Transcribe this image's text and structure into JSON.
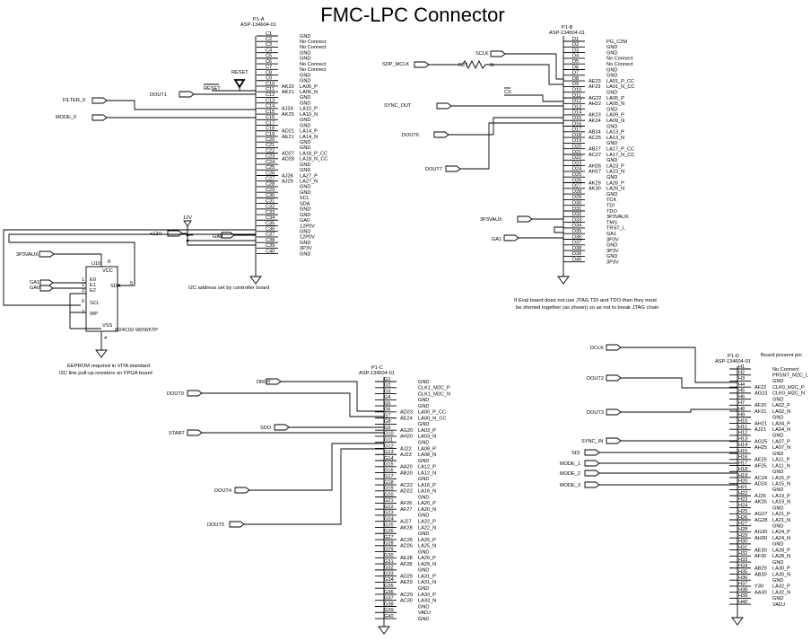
{
  "title": "FMC-LPC Connector",
  "connectors": [
    {
      "id": "P1-A",
      "part": "ASP-134604-01",
      "rows": [
        {
          "pin": "C1",
          "sig": "GND",
          "ball": ""
        },
        {
          "pin": "C2",
          "sig": "No Connect",
          "ball": ""
        },
        {
          "pin": "C3",
          "sig": "No Connect",
          "ball": ""
        },
        {
          "pin": "C4",
          "sig": "GND",
          "ball": ""
        },
        {
          "pin": "C5",
          "sig": "GND",
          "ball": ""
        },
        {
          "pin": "C6",
          "sig": "No Connect",
          "ball": ""
        },
        {
          "pin": "C7",
          "sig": "No Connect",
          "ball": ""
        },
        {
          "pin": "C8",
          "sig": "GND",
          "ball": ""
        },
        {
          "pin": "C9",
          "sig": "GND",
          "ball": ""
        },
        {
          "pin": "C10",
          "sig": "LA06_P",
          "ball": "AK20"
        },
        {
          "pin": "C11",
          "sig": "LA06_N",
          "ball": "AK21"
        },
        {
          "pin": "C12",
          "sig": "GND",
          "ball": ""
        },
        {
          "pin": "C13",
          "sig": "GND",
          "ball": ""
        },
        {
          "pin": "C14",
          "sig": "LA10_P",
          "ball": "AJ24"
        },
        {
          "pin": "C15",
          "sig": "LA10_N",
          "ball": "AK25"
        },
        {
          "pin": "C16",
          "sig": "GND",
          "ball": ""
        },
        {
          "pin": "C17",
          "sig": "GND",
          "ball": ""
        },
        {
          "pin": "C18",
          "sig": "LA14_P",
          "ball": "AD21"
        },
        {
          "pin": "C19",
          "sig": "LA14_N",
          "ball": "AE21"
        },
        {
          "pin": "C20",
          "sig": "GND",
          "ball": ""
        },
        {
          "pin": "C21",
          "sig": "GND",
          "ball": ""
        },
        {
          "pin": "C22",
          "sig": "LA18_P_CC",
          "ball": "AD27"
        },
        {
          "pin": "C23",
          "sig": "LA18_N_CC",
          "ball": "AD28"
        },
        {
          "pin": "C24",
          "sig": "GND",
          "ball": ""
        },
        {
          "pin": "C25",
          "sig": "GND",
          "ball": ""
        },
        {
          "pin": "C26",
          "sig": "LA27_P",
          "ball": "AJ28"
        },
        {
          "pin": "C27",
          "sig": "LA27_N",
          "ball": "AJ29"
        },
        {
          "pin": "C28",
          "sig": "GND",
          "ball": ""
        },
        {
          "pin": "C29",
          "sig": "GND",
          "ball": ""
        },
        {
          "pin": "C30",
          "sig": "SCL",
          "ball": ""
        },
        {
          "pin": "C31",
          "sig": "SDA",
          "ball": ""
        },
        {
          "pin": "C32",
          "sig": "GND",
          "ball": ""
        },
        {
          "pin": "C33",
          "sig": "GND",
          "ball": ""
        },
        {
          "pin": "C34",
          "sig": "GA0",
          "ball": ""
        },
        {
          "pin": "C35",
          "sig": "12P0V",
          "ball": ""
        },
        {
          "pin": "C36",
          "sig": "GND",
          "ball": ""
        },
        {
          "pin": "C37",
          "sig": "12P0V",
          "ball": ""
        },
        {
          "pin": "C38",
          "sig": "GND",
          "ball": ""
        },
        {
          "pin": "C39",
          "sig": "3P3V",
          "ball": ""
        },
        {
          "pin": "C40",
          "sig": "GND",
          "ball": ""
        }
      ]
    },
    {
      "id": "P1-B",
      "part": "ASP-134604-01",
      "rows": [
        {
          "pin": "D1",
          "sig": "PG_C2M",
          "ball": ""
        },
        {
          "pin": "D2",
          "sig": "GND",
          "ball": ""
        },
        {
          "pin": "D3",
          "sig": "GND",
          "ball": ""
        },
        {
          "pin": "D4",
          "sig": "No Connect",
          "ball": ""
        },
        {
          "pin": "D5",
          "sig": "No Connect",
          "ball": ""
        },
        {
          "pin": "D6",
          "sig": "GND",
          "ball": ""
        },
        {
          "pin": "D7",
          "sig": "GND",
          "ball": ""
        },
        {
          "pin": "D8",
          "sig": "LA01_P_CC",
          "ball": "AE23"
        },
        {
          "pin": "D9",
          "sig": "LA01_N_CC",
          "ball": "AF23"
        },
        {
          "pin": "D10",
          "sig": "GND",
          "ball": ""
        },
        {
          "pin": "D11",
          "sig": "LA05_P",
          "ball": "AG22"
        },
        {
          "pin": "D12",
          "sig": "LA05_N",
          "ball": "AH22"
        },
        {
          "pin": "D13",
          "sig": "GND",
          "ball": ""
        },
        {
          "pin": "D14",
          "sig": "LA09_P",
          "ball": "AK23"
        },
        {
          "pin": "D15",
          "sig": "LA09_N",
          "ball": "AK24"
        },
        {
          "pin": "D16",
          "sig": "GND",
          "ball": ""
        },
        {
          "pin": "D17",
          "sig": "LA13_P",
          "ball": "AB24"
        },
        {
          "pin": "D18",
          "sig": "LA13_N",
          "ball": "AC25"
        },
        {
          "pin": "D19",
          "sig": "GND",
          "ball": ""
        },
        {
          "pin": "D20",
          "sig": "LA17_P_CC",
          "ball": "AB27"
        },
        {
          "pin": "D21",
          "sig": "LA17_N_CC",
          "ball": "AC27"
        },
        {
          "pin": "D22",
          "sig": "GND",
          "ball": ""
        },
        {
          "pin": "D23",
          "sig": "LA23_P",
          "ball": "AH26"
        },
        {
          "pin": "D24",
          "sig": "LA23_N",
          "ball": "AH27"
        },
        {
          "pin": "D25",
          "sig": "GND",
          "ball": ""
        },
        {
          "pin": "D26",
          "sig": "LA26_P",
          "ball": "AK29"
        },
        {
          "pin": "D27",
          "sig": "LA26_N",
          "ball": "AK30"
        },
        {
          "pin": "D28",
          "sig": "GND",
          "ball": ""
        },
        {
          "pin": "D29",
          "sig": "TCK",
          "ball": ""
        },
        {
          "pin": "D30",
          "sig": "TDI",
          "ball": ""
        },
        {
          "pin": "D31",
          "sig": "TDO",
          "ball": ""
        },
        {
          "pin": "D32",
          "sig": "3P3VAUX",
          "ball": ""
        },
        {
          "pin": "D33",
          "sig": "TMS",
          "ball": ""
        },
        {
          "pin": "D34",
          "sig": "TRST_L",
          "ball": ""
        },
        {
          "pin": "D35",
          "sig": "GA1",
          "ball": ""
        },
        {
          "pin": "D36",
          "sig": "3P3V",
          "ball": ""
        },
        {
          "pin": "D37",
          "sig": "GND",
          "ball": ""
        },
        {
          "pin": "D38",
          "sig": "3P3V",
          "ball": ""
        },
        {
          "pin": "D39",
          "sig": "GND",
          "ball": ""
        },
        {
          "pin": "D40",
          "sig": "3P3V",
          "ball": ""
        }
      ]
    },
    {
      "id": "P1-C",
      "part": "ASP-134604-01",
      "rows": [
        {
          "pin": "G1",
          "sig": "GND",
          "ball": ""
        },
        {
          "pin": "G2",
          "sig": "CLK1_M2C_P",
          "ball": ""
        },
        {
          "pin": "G3",
          "sig": "CLK1_M2C_N",
          "ball": ""
        },
        {
          "pin": "G4",
          "sig": "GND",
          "ball": ""
        },
        {
          "pin": "G5",
          "sig": "GND",
          "ball": ""
        },
        {
          "pin": "G6",
          "sig": "LA00_P_CC",
          "ball": "AD23"
        },
        {
          "pin": "G7",
          "sig": "LA00_N_CC",
          "ball": "AE24"
        },
        {
          "pin": "G8",
          "sig": "GND",
          "ball": ""
        },
        {
          "pin": "G9",
          "sig": "LA03_P",
          "ball": "AG20"
        },
        {
          "pin": "G10",
          "sig": "LA03_N",
          "ball": "AH20"
        },
        {
          "pin": "G11",
          "sig": "GND",
          "ball": ""
        },
        {
          "pin": "G12",
          "sig": "LA08_P",
          "ball": "AJ22"
        },
        {
          "pin": "G13",
          "sig": "LA08_N",
          "ball": "AJ23"
        },
        {
          "pin": "G14",
          "sig": "GND",
          "ball": ""
        },
        {
          "pin": "G15",
          "sig": "LA12_P",
          "ball": "AA20"
        },
        {
          "pin": "G16",
          "sig": "LA12_N",
          "ball": "AB20"
        },
        {
          "pin": "G17",
          "sig": "GND",
          "ball": ""
        },
        {
          "pin": "G18",
          "sig": "LA16_P",
          "ball": "AC22"
        },
        {
          "pin": "G19",
          "sig": "LA16_N",
          "ball": "AD22"
        },
        {
          "pin": "G20",
          "sig": "GND",
          "ball": ""
        },
        {
          "pin": "G21",
          "sig": "LA20_P",
          "ball": "AF26"
        },
        {
          "pin": "G22",
          "sig": "LA20_N",
          "ball": "AF27"
        },
        {
          "pin": "G23",
          "sig": "GND",
          "ball": ""
        },
        {
          "pin": "G24",
          "sig": "LA22_P",
          "ball": "AJ27"
        },
        {
          "pin": "G25",
          "sig": "LA22_N",
          "ball": "AK28"
        },
        {
          "pin": "G26",
          "sig": "GND",
          "ball": ""
        },
        {
          "pin": "G27",
          "sig": "LA25_P",
          "ball": "AC26"
        },
        {
          "pin": "G28",
          "sig": "LA25_N",
          "ball": "AD26"
        },
        {
          "pin": "G29",
          "sig": "GND",
          "ball": ""
        },
        {
          "pin": "G30",
          "sig": "LA29_P",
          "ball": "AE28"
        },
        {
          "pin": "G31",
          "sig": "LA29_N",
          "ball": "AF28"
        },
        {
          "pin": "G32",
          "sig": "GND",
          "ball": ""
        },
        {
          "pin": "G33",
          "sig": "LA31_P",
          "ball": "AD29"
        },
        {
          "pin": "G34",
          "sig": "LA31_N",
          "ball": "AE29"
        },
        {
          "pin": "G35",
          "sig": "GND",
          "ball": ""
        },
        {
          "pin": "G36",
          "sig": "LA33_P",
          "ball": "AC29"
        },
        {
          "pin": "G37",
          "sig": "LA33_N",
          "ball": "AC30"
        },
        {
          "pin": "G38",
          "sig": "GND",
          "ball": ""
        },
        {
          "pin": "G39",
          "sig": "VADJ",
          "ball": ""
        },
        {
          "pin": "G40",
          "sig": "GND",
          "ball": ""
        }
      ]
    },
    {
      "id": "P1-D",
      "part": "ASP-134604-01",
      "rows": [
        {
          "pin": "H1",
          "sig": "No Connect",
          "ball": ""
        },
        {
          "pin": "H2",
          "sig": "PRSNT_M2C_L",
          "ball": ""
        },
        {
          "pin": "H3",
          "sig": "GND",
          "ball": ""
        },
        {
          "pin": "H4",
          "sig": "CLK0_M2C_P",
          "ball": "AF22"
        },
        {
          "pin": "H5",
          "sig": "CLK0_M2C_N",
          "ball": "AG23"
        },
        {
          "pin": "H6",
          "sig": "GND",
          "ball": ""
        },
        {
          "pin": "H7",
          "sig": "LA02_P",
          "ball": "AF20"
        },
        {
          "pin": "H8",
          "sig": "LA02_N",
          "ball": "AF21"
        },
        {
          "pin": "H9",
          "sig": "GND",
          "ball": ""
        },
        {
          "pin": "H10",
          "sig": "LA04_P",
          "ball": "AH21"
        },
        {
          "pin": "H11",
          "sig": "LA04_N",
          "ball": "AJ21"
        },
        {
          "pin": "H12",
          "sig": "GND",
          "ball": ""
        },
        {
          "pin": "H13",
          "sig": "LA07_P",
          "ball": "AG25"
        },
        {
          "pin": "H14",
          "sig": "LA07_N",
          "ball": "AH25"
        },
        {
          "pin": "H15",
          "sig": "GND",
          "ball": ""
        },
        {
          "pin": "H16",
          "sig": "LA11_P",
          "ball": "AE25"
        },
        {
          "pin": "H17",
          "sig": "LA11_N",
          "ball": "AF25"
        },
        {
          "pin": "H18",
          "sig": "GND",
          "ball": ""
        },
        {
          "pin": "H19",
          "sig": "LA15_P",
          "ball": "AC24"
        },
        {
          "pin": "H20",
          "sig": "LA15_N",
          "ball": "AD24"
        },
        {
          "pin": "H21",
          "sig": "GND",
          "ball": ""
        },
        {
          "pin": "H22",
          "sig": "LA19_P",
          "ball": "AJ26"
        },
        {
          "pin": "H23",
          "sig": "LA19_N",
          "ball": "AK26"
        },
        {
          "pin": "H24",
          "sig": "GND",
          "ball": ""
        },
        {
          "pin": "H25",
          "sig": "LA21_P",
          "ball": "AG27"
        },
        {
          "pin": "H26",
          "sig": "LA21_N",
          "ball": "AG28"
        },
        {
          "pin": "H27",
          "sig": "GND",
          "ball": ""
        },
        {
          "pin": "H28",
          "sig": "LA24_P",
          "ball": "AG30"
        },
        {
          "pin": "H29",
          "sig": "LA24_N",
          "ball": "AH30"
        },
        {
          "pin": "H30",
          "sig": "GND",
          "ball": ""
        },
        {
          "pin": "H31",
          "sig": "LA28_P",
          "ball": "AE30"
        },
        {
          "pin": "H32",
          "sig": "LA28_N",
          "ball": "AF30"
        },
        {
          "pin": "H33",
          "sig": "GND",
          "ball": ""
        },
        {
          "pin": "H34",
          "sig": "LA30_P",
          "ball": "AB29"
        },
        {
          "pin": "H35",
          "sig": "LA30_N",
          "ball": "AB30"
        },
        {
          "pin": "H36",
          "sig": "GND",
          "ball": ""
        },
        {
          "pin": "H37",
          "sig": "LA32_P",
          "ball": "Y30"
        },
        {
          "pin": "H38",
          "sig": "LA32_N",
          "ball": "AA30"
        },
        {
          "pin": "H39",
          "sig": "GND",
          "ball": ""
        },
        {
          "pin": "H40",
          "sig": "VADJ",
          "ball": ""
        }
      ]
    }
  ],
  "ports": {
    "a_filter": "FILTER_0",
    "a_mode": "MODE_0",
    "a_dout1": "DOUT1",
    "a_reset_sym": "RESET",
    "a_reset_line": "RESET",
    "a_12v_tag": "12V",
    "a_plus12v": "+12V",
    "a_ga0": "GA0",
    "b_sclk": "SCLK",
    "b_sdp": "SDP_MCLK",
    "b_r": "R27",
    "b_rval": "0r",
    "b_cs": "CS",
    "b_sync": "SYNC_OUT",
    "b_dout6": "DOUT6",
    "b_dout7": "DOUT7",
    "b_aux": "3P3VAUX",
    "b_ga1": "GA1",
    "c_drdy": "DRDY",
    "c_dout0": "DOUT0",
    "c_sdo": "SDO",
    "c_start": "START",
    "c_dout4": "DOUT4",
    "c_dout5": "DOUT5",
    "d_dclk": "DCLK",
    "d_dout2": "DOUT2",
    "d_dout3": "DOUT3",
    "d_sync_in": "SYNC_IN",
    "d_sdi": "SDI",
    "d_mode1": "MODE_1",
    "d_mode2": "MODE_2",
    "d_mode3": "MODE_3"
  },
  "eeprom": {
    "ref": "U10",
    "part": "M24C02-WDW6TP",
    "aux": "3P3VAUX",
    "ga1": "GA1",
    "ga0": "GA0",
    "vcc": "VCC",
    "e0": "E0",
    "e1": "E1",
    "e2": "E2",
    "scl": "SCL",
    "sda": "SDA",
    "wp": "WP",
    "vss": "VSS",
    "p8": "8",
    "p1": "1",
    "p2": "2",
    "p3": "3",
    "p6": "6",
    "p7": "7",
    "p5": "5",
    "p4": "4"
  },
  "notes": {
    "i2c": "I2C address set by controller board",
    "eeprom1": "EEPROM required in VITA standard",
    "eeprom2": "I2C line pull-up resistors on FPGA board",
    "jtag1": "If Eval board does not use JTAG TDI and TDO then they must",
    "jtag2": "be shorted together (as shown) so as not to break JTAG chain",
    "present": "Board present pin"
  }
}
